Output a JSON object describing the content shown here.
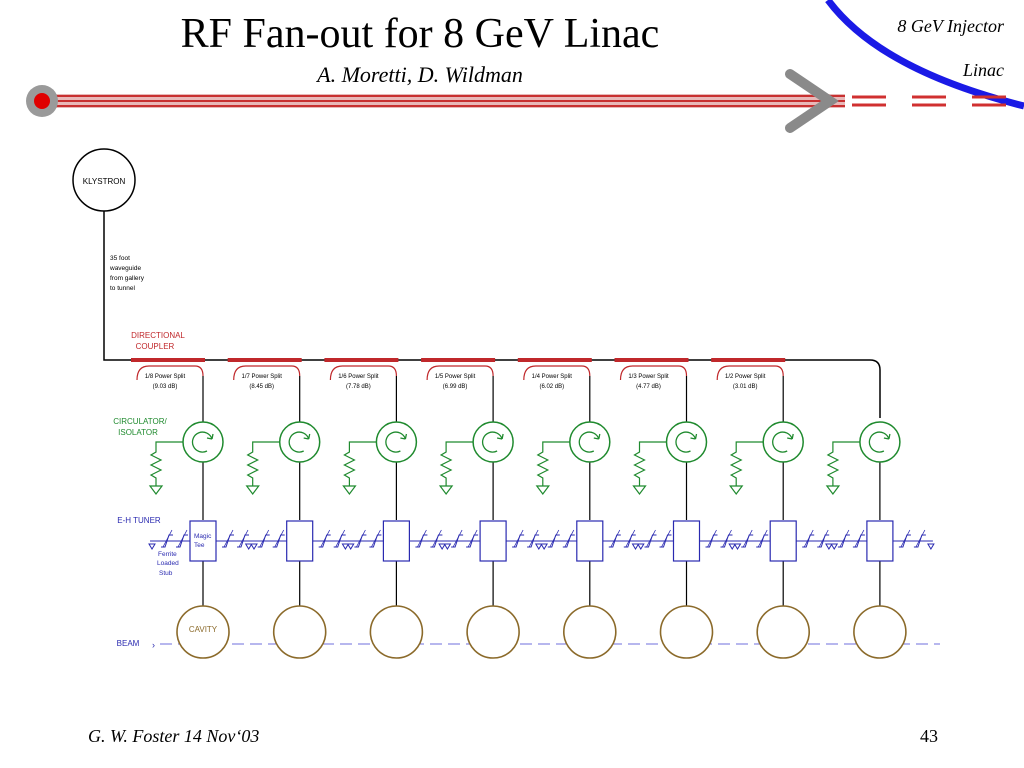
{
  "slide": {
    "title": "RF Fan-out for 8 GeV Linac",
    "authors": "A. Moretti, D. Wildman",
    "corner_line1": "8 GeV Injector",
    "corner_line2": "Linac",
    "footer": "G. W. Foster   14 Nov‘03",
    "page_number": "43"
  },
  "diagram": {
    "klystron_label": "KLYSTRON",
    "waveguide_note": [
      "35 foot",
      "waveguide",
      "from gallery",
      "to tunnel"
    ],
    "directional_coupler_label": [
      "DIRECTIONAL",
      "COUPLER"
    ],
    "circulator_label": [
      "CIRCULATOR/",
      "ISOLATOR"
    ],
    "eh_tuner_label": "E-H TUNER",
    "magic_tee_label": [
      "Magic",
      "Tee"
    ],
    "ferrite_stub_label": [
      "Ferrite",
      "Loaded",
      "Stub"
    ],
    "cavity_label": "CAVITY",
    "beam_label": "BEAM",
    "power_splits": [
      {
        "name": "1/8 Power Split",
        "db": "(9.03 dB)"
      },
      {
        "name": "1/7 Power Split",
        "db": "(8.45 dB)"
      },
      {
        "name": "1/6 Power Split",
        "db": "(7.78 dB)"
      },
      {
        "name": "1/5 Power Split",
        "db": "(6.99 dB)"
      },
      {
        "name": "1/4 Power Split",
        "db": "(6.02 dB)"
      },
      {
        "name": "1/3 Power Split",
        "db": "(4.77 dB)"
      },
      {
        "name": "1/2 Power Split",
        "db": "(3.01 dB)"
      }
    ],
    "cavity_count": 8
  },
  "colors": {
    "coupler_red": "#c0282b",
    "circulator_green": "#1f8a2e",
    "tuner_blue": "#2a2ab0",
    "cavity_brown": "#8b6a2a",
    "beam_blue": "#6f6fdc",
    "arc_blue": "#1a1ae6",
    "beam_pipe_red": "#c83030",
    "arrow_gray": "#8a8a8a"
  }
}
